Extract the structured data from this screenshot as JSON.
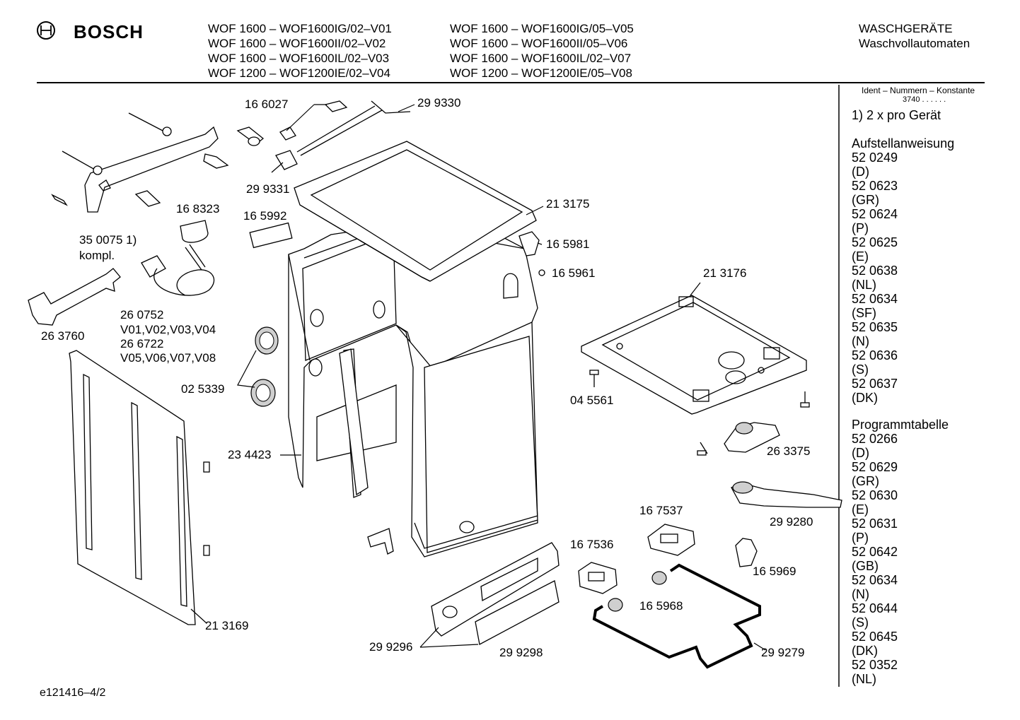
{
  "header": {
    "brand": "BOSCH",
    "models_col1": [
      "WOF 1600 – WOF1600IG/02–V01",
      "WOF 1600 – WOF1600II/02–V02",
      "WOF 1600 – WOF1600IL/02–V03",
      "WOF 1200 – WOF1200IE/02–V04"
    ],
    "models_col2": [
      "WOF 1600 – WOF1600IG/05–V05",
      "WOF 1600 – WOF1600II/05–V06",
      "WOF 1600 – WOF1600IL/02–V07",
      "WOF 1200 – WOF1200IE/05–V08"
    ],
    "category": "WASCHGERÄTE",
    "subcategory": "Waschvollautomaten"
  },
  "sidebar": {
    "ident_title": "Ident – Nummern – Konstante",
    "ident_value": "3740  . .    . . . .",
    "note": "1) 2 x pro Gerät",
    "sections": [
      {
        "title": "Aufstellanweisung",
        "lines": [
          "52 0249",
          "(D)",
          "52 0623",
          "(GR)",
          "52 0624",
          "(P)",
          "52 0625",
          "(E)",
          "52 0638",
          "(NL)",
          "52 0634",
          "(SF)",
          "52 0635",
          "(N)",
          "52 0636",
          "(S)",
          "52 0637",
          "(DK)"
        ]
      },
      {
        "title": "Programmtabelle",
        "lines": [
          "52 0266",
          "(D)",
          "52 0629",
          "(GR)",
          "52 0630",
          "(E)",
          "52 0631",
          "(P)",
          "52 0642",
          "(GB)",
          "52 0634",
          "(N)",
          "52 0644",
          "(S)",
          "52 0645",
          "(DK)",
          "52 0352",
          "(NL)"
        ]
      }
    ]
  },
  "parts": [
    "16 6027",
    "29 9330",
    "29 9331",
    "16 8323",
    "16 5992",
    "21 3175",
    "35 0075 1)",
    "kompl.",
    "16 5981",
    "16 5961",
    "21 3176",
    "26 0752",
    "V01,V02,V03,V04",
    "26 6722",
    "V05,V06,V07,V08",
    "26 3760",
    "02 5339",
    "04 5561",
    "23 4423",
    "26 3375",
    "16 7537",
    "29 9280",
    "16 7536",
    "16 5969",
    "16 5968",
    "21 3169",
    "29 9296",
    "29 9298",
    "29 9279"
  ],
  "footer": "e121416–4/2"
}
